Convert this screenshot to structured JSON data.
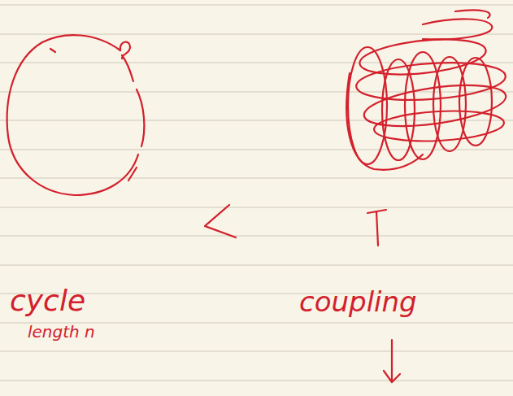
{
  "diagram": {
    "labels": [
      "cycle",
      "length n",
      "coupling"
    ]
  }
}
